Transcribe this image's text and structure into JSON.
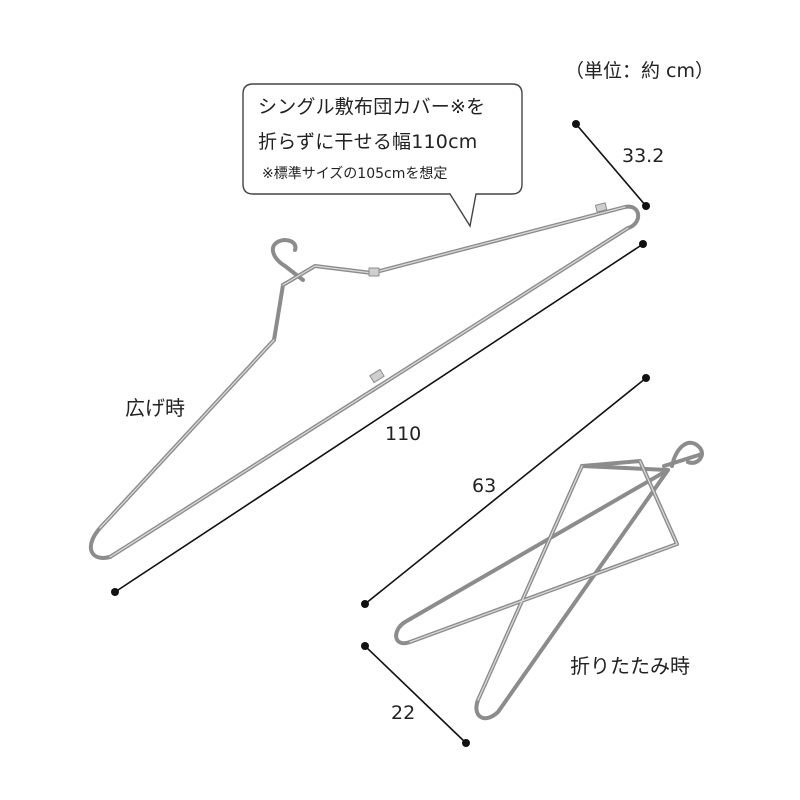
{
  "unit_note": "（単位：約 cm）",
  "callout": {
    "line1": "シングル敷布団カバー※を",
    "line2": "折らずに干せる幅110cm",
    "line3": "※標準サイズの105cmを想定"
  },
  "dimensions": {
    "top_side": "33.2",
    "open_length": "110",
    "folded_length": "63",
    "folded_width": "22"
  },
  "labels": {
    "open": "広げ時",
    "folded": "折りたたみ時"
  },
  "colors": {
    "wire": "#8c8c8c",
    "wire_highlight": "#d9d9d9",
    "dimension_line": "#111111",
    "callout_border": "#444444"
  }
}
